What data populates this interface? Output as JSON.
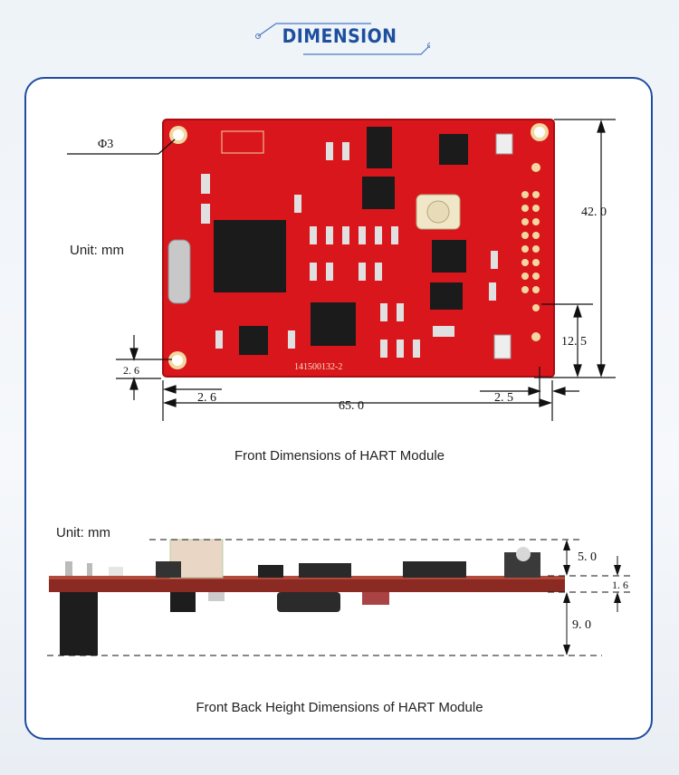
{
  "header": {
    "title": "DIMENSION"
  },
  "front": {
    "unit_label": "Unit: mm",
    "hole_label": "Φ3",
    "width_label": "65. 0",
    "height_label": "42. 0",
    "right_offset_label": "12. 5",
    "left_edge_label": "2. 6",
    "left_edge_label_2": "2. 6",
    "right_edge_label": "2. 5",
    "board_code": "141500132-2",
    "caption": "Front Dimensions of HART Module"
  },
  "side": {
    "unit_label": "Unit: mm",
    "top_label": "5. 0",
    "board_label": "1. 6",
    "bottom_label": "9. 0",
    "caption": "Front Back Height Dimensions of HART Module"
  }
}
